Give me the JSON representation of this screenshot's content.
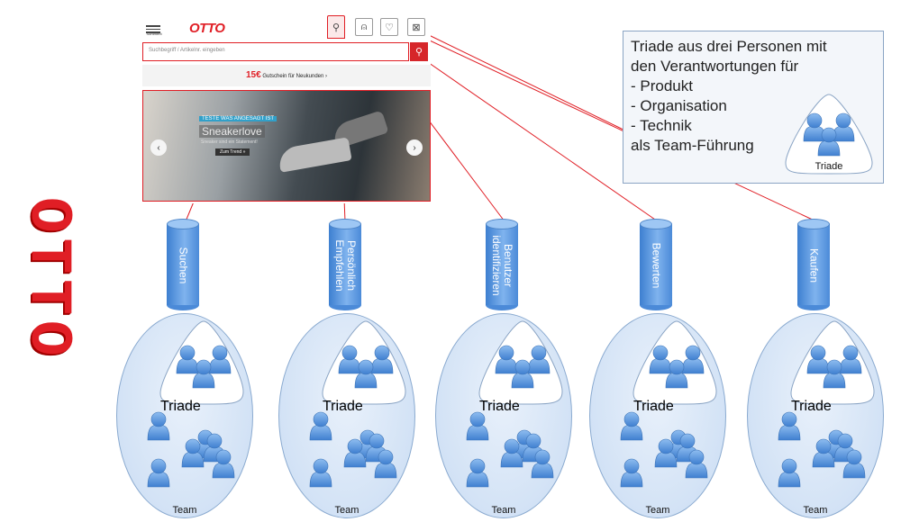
{
  "side_logo": "OTTO",
  "website": {
    "menu_label": "Sortiment",
    "logo": "OTTO",
    "header_icons": [
      "search-icon",
      "user-icon",
      "heart-icon",
      "cart-icon"
    ],
    "search_placeholder": "Suchbegriff / Artikelnr. eingeben",
    "promo_amount": "15€",
    "promo_text": "Gutschein für Neukunden ›",
    "banner": {
      "badge": "TESTE WAS ANGESAGT IST",
      "headline": "Sneakerlove",
      "subline": "Sneaker sind ein Statement!",
      "cta": "Zum Trend »"
    },
    "accent_color": "#e01e25"
  },
  "infobox": {
    "lines": [
      "Triade aus drei Personen mit",
      "den Verantwortungen für",
      "- Produkt",
      "- Organisation",
      "- Technik",
      "als Team-Führung"
    ],
    "triad_label": "Triade"
  },
  "teams": [
    {
      "function": "Suchen",
      "triad_label": "Triade",
      "team_label": "Team"
    },
    {
      "function": "Persönlich\nEmpfehlen",
      "triad_label": "Triade",
      "team_label": "Team"
    },
    {
      "function": "Benutzer\nidentifizieren",
      "triad_label": "Triade",
      "team_label": "Team"
    },
    {
      "function": "Bewerten",
      "triad_label": "Triade",
      "team_label": "Team"
    },
    {
      "function": "Kaufen",
      "triad_label": "Triade",
      "team_label": "Team"
    }
  ],
  "colors": {
    "cylinder": "#5f9ae4",
    "team_fill": "#d6e5f7",
    "link_line": "#e01e25"
  }
}
